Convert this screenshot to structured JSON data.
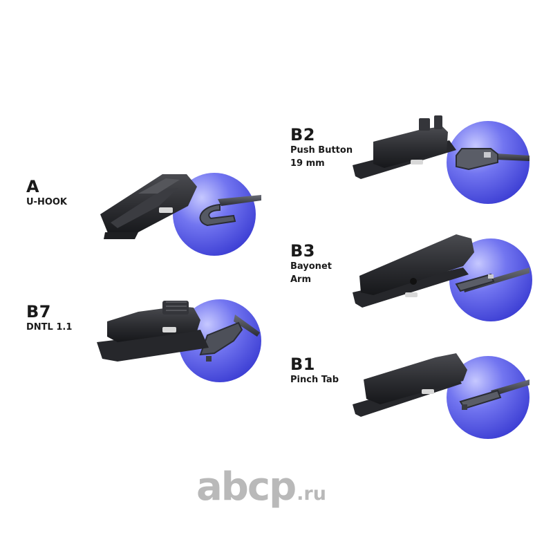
{
  "adapters": [
    {
      "code": "A",
      "name": "U-HOOK",
      "icon": "u-hook-adapter-icon"
    },
    {
      "code": "B7",
      "name": "DNTL 1.1",
      "icon": "dntl-adapter-icon"
    },
    {
      "code": "B2",
      "name": "Push Button\n19 mm",
      "icon": "push-button-adapter-icon"
    },
    {
      "code": "B3",
      "name": "Bayonet\nArm",
      "icon": "bayonet-adapter-icon"
    },
    {
      "code": "B1",
      "name": "Pinch Tab",
      "icon": "pinch-tab-adapter-icon"
    }
  ],
  "brand": {
    "name": "abcp",
    "tld": ".ru"
  },
  "colors": {
    "accent_circle": "#5558e6",
    "adapter": "#2a2b2e",
    "text": "#1a1a1a",
    "brand": "#b9b9b9"
  }
}
